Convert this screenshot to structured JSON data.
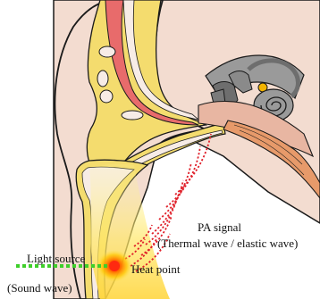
{
  "labels": {
    "light_source": "Light source",
    "sound_wave": "(Sound wave)",
    "heat_point": "Heat point",
    "pa_signal": "PA signal",
    "pa_signal_detail": "(Thermal wave / elastic wave)"
  },
  "colors": {
    "skin": "#f3dcd0",
    "outline": "#1a1a1a",
    "cartilage": "#f4dc6e",
    "canal_red": "#e86b6b",
    "bone": "#9a9a9a",
    "bone_dark": "#6e6e6e",
    "cochlea_tissue": "#e8b6a2",
    "nerve": "#e79a6a",
    "pinna_highlight": "#ffe85a",
    "light_beam": "#3ecf2a",
    "heat_core": "#ff2a10",
    "heat_glow": "#ff9a00",
    "wave": "#e0202a",
    "inner_white": "#f7ece6"
  },
  "icons": {
    "arc_waves": "pa-wave-arcs",
    "heat": "heat-point-glow",
    "beam": "dashed-light-beam"
  }
}
